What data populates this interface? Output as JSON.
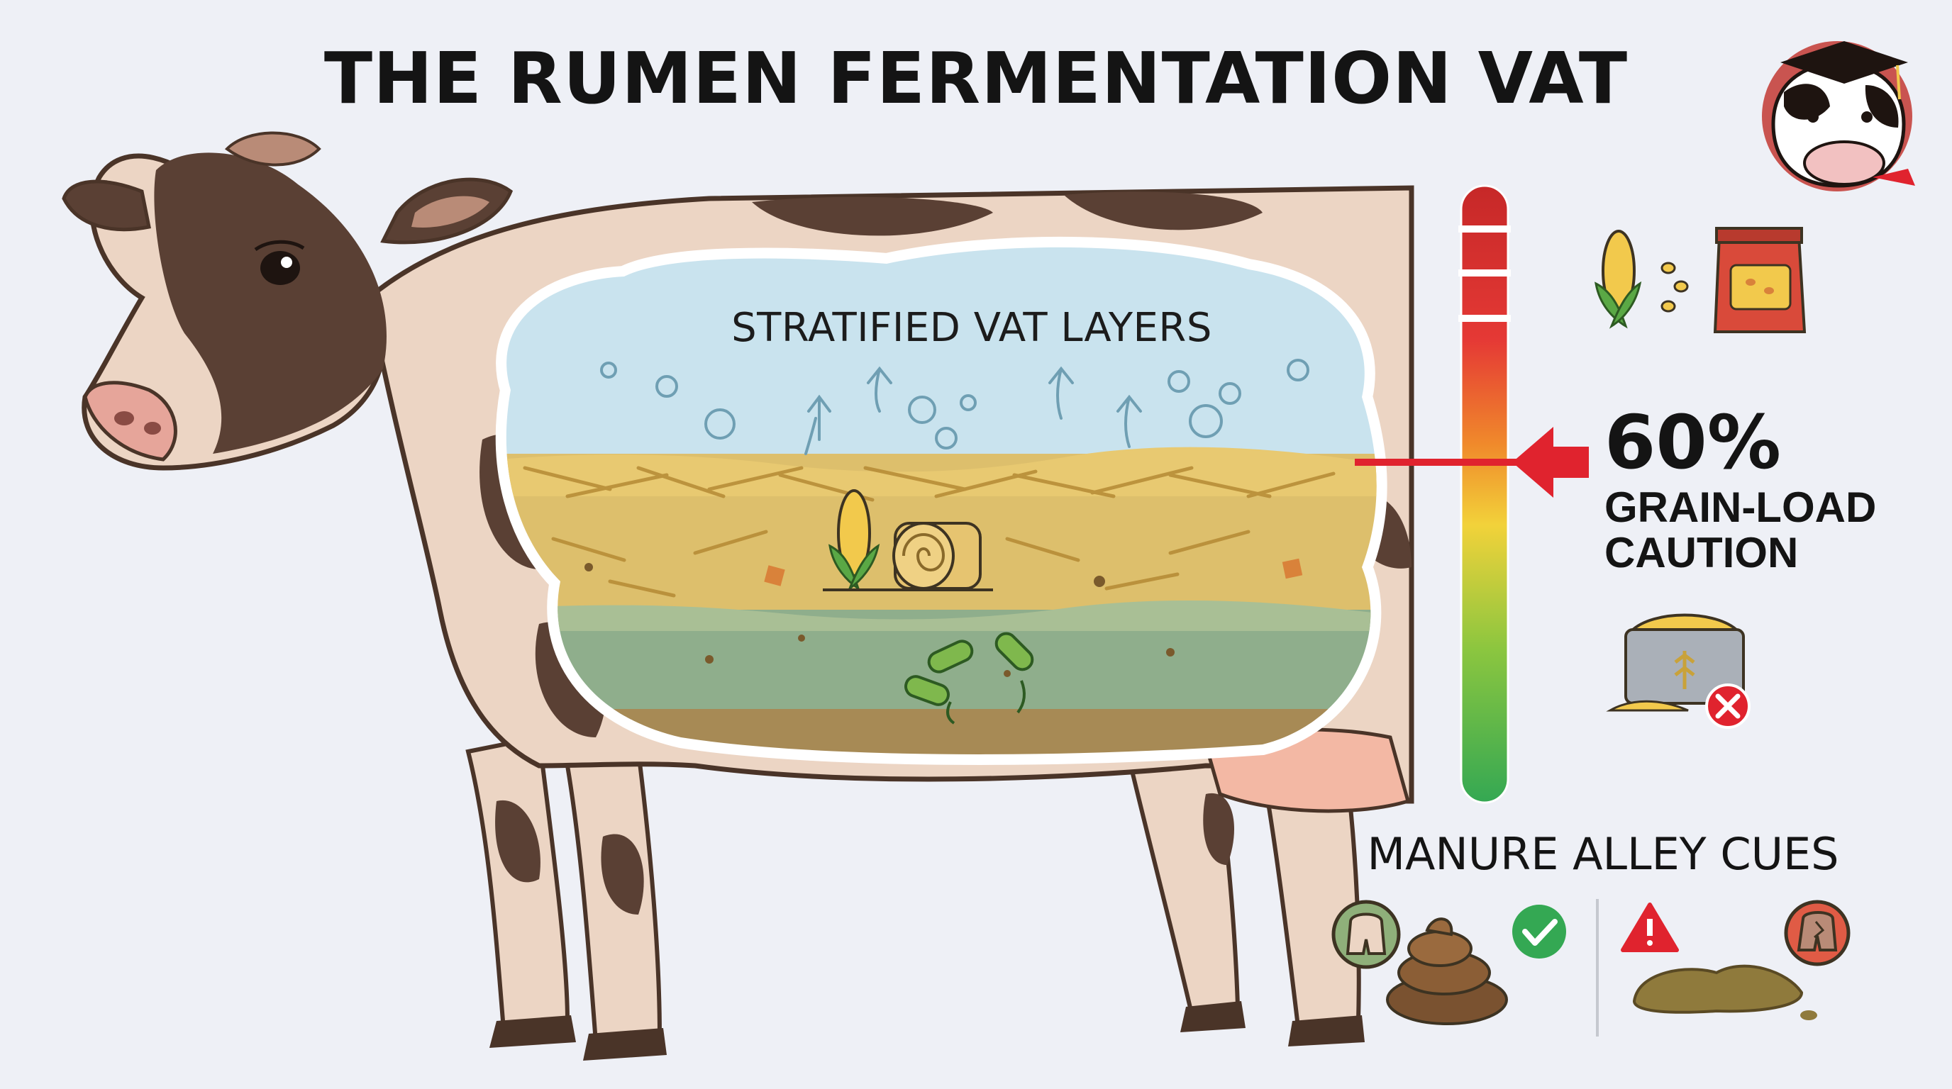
{
  "title": "THE RUMEN FERMENTATION VAT",
  "vat": {
    "title": "STRATIFIED VAT LAYERS",
    "layers": [
      "gas-layer",
      "fiber-mat-layer",
      "liquid-layer",
      "sediment-layer"
    ]
  },
  "gauge": {
    "value_text": "60%",
    "label_lines": [
      "GRAIN-LOAD",
      "CAUTION"
    ],
    "level": 0.6,
    "colors": [
      "#c62828",
      "#e53935",
      "#f4a12a",
      "#f2d23a",
      "#7cc142",
      "#34a853"
    ]
  },
  "manure": {
    "title": "MANURE ALLEY CUES",
    "good_icons": [
      "healthy-hoof-icon",
      "firm-manure-icon",
      "checkmark-icon"
    ],
    "bad_icons": [
      "warning-icon",
      "loose-manure-icon",
      "sore-hoof-icon"
    ]
  },
  "icons": [
    "cow-mascot-icon",
    "corn-cob-icon",
    "feed-bag-icon",
    "grain-bin-icon",
    "no-grain-icon",
    "hay-bale-icon",
    "bacteria-icon"
  ],
  "colors": {
    "background": "#eef0f6",
    "cow_brown": "#5a4034",
    "cow_cream": "#ecd5c4",
    "gas": "#c9e3ee",
    "fiber": "#ddbf6c",
    "liquid": "#8fae8c",
    "arrow": "#e0232e"
  }
}
